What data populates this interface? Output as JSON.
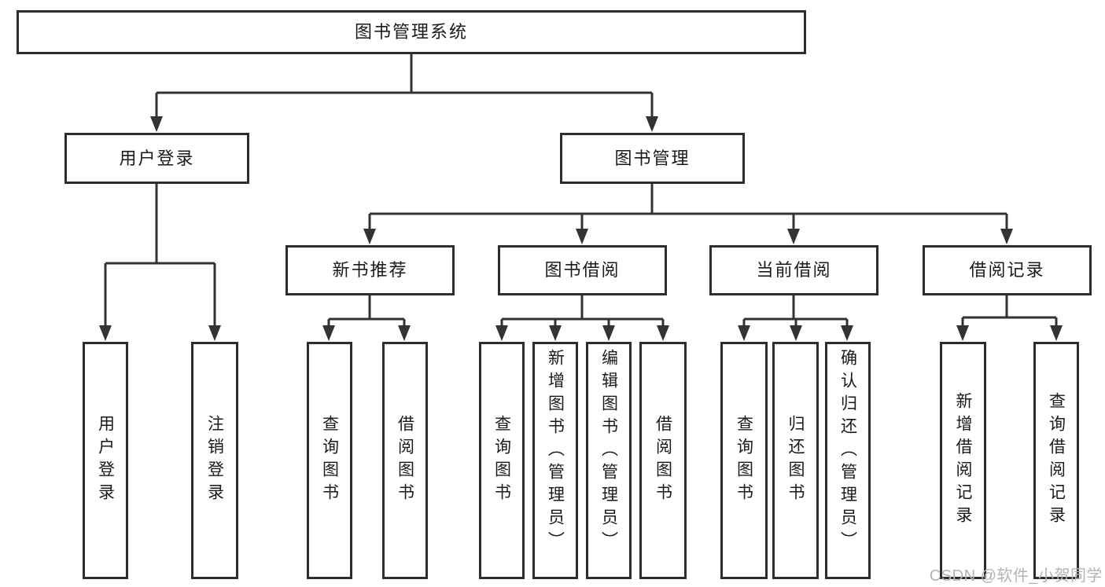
{
  "diagram": {
    "root": {
      "label": "图书管理系统"
    },
    "branches": [
      {
        "label": "用户登录",
        "children": [
          {
            "label": "用户登录"
          },
          {
            "label": "注销登录"
          }
        ]
      },
      {
        "label": "图书管理",
        "sections": [
          {
            "label": "新书推荐",
            "children": [
              {
                "label": "查询图书"
              },
              {
                "label": "借阅图书"
              }
            ]
          },
          {
            "label": "图书借阅",
            "children": [
              {
                "label": "查询图书"
              },
              {
                "label": "新增图书（管理员）"
              },
              {
                "label": "编辑图书（管理员）"
              },
              {
                "label": "借阅图书"
              }
            ]
          },
          {
            "label": "当前借阅",
            "children": [
              {
                "label": "查询图书"
              },
              {
                "label": "归还图书"
              },
              {
                "label": "确认归还（管理员）"
              }
            ]
          },
          {
            "label": "借阅记录",
            "children": [
              {
                "label": "新增借阅记录"
              },
              {
                "label": "查询借阅记录"
              }
            ]
          }
        ]
      }
    ]
  },
  "watermark": {
    "text": "CSDN @软件_小贺同学"
  },
  "colors": {
    "line": "#333333",
    "box_border": "#2d2d2d",
    "text": "#1a1a1a",
    "background": "#ffffff",
    "watermark": "#b3b3b3"
  }
}
